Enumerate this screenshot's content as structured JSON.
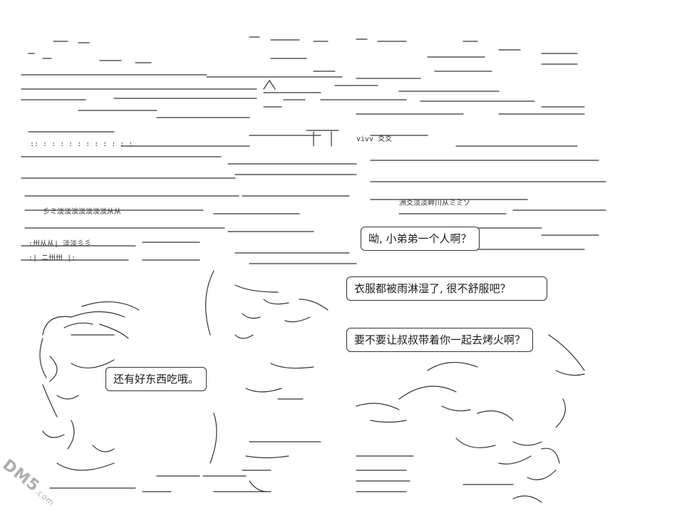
{
  "speech": {
    "line1": "呦, 小弟弟一个人啊？",
    "line2": "衣服都被雨淋湿了, 很不舒服吧？",
    "line3": "要不要让叔叔带着你一起去烤火啊？",
    "line4": "还有好东西吃哦。"
  },
  "watermark": {
    "brand": "DM5",
    "domain": ".com"
  }
}
